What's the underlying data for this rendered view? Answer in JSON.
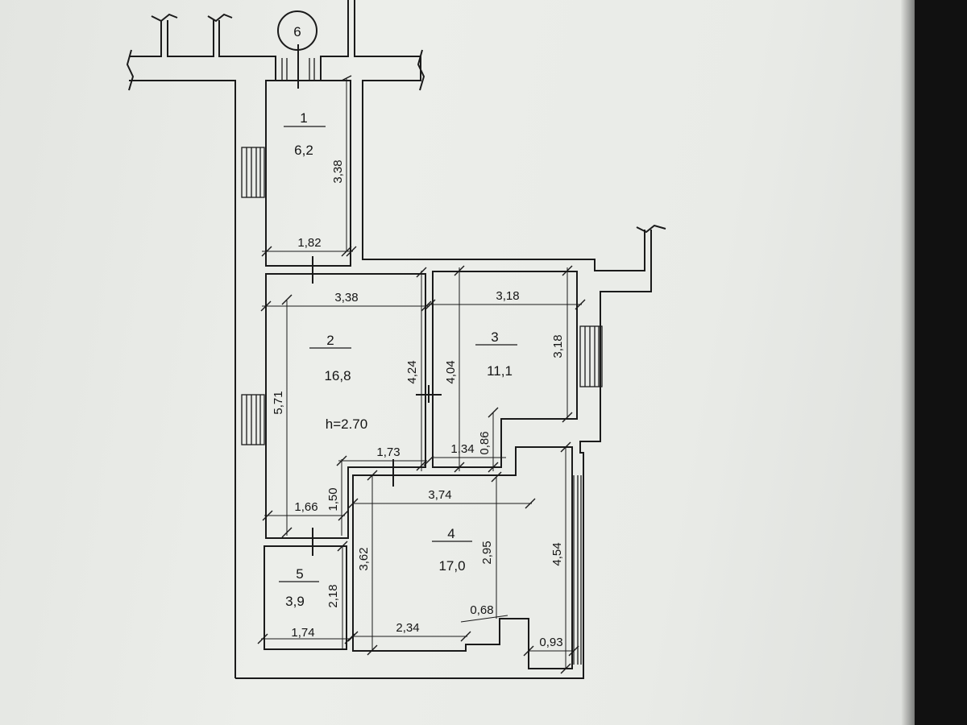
{
  "plan": {
    "level_marker": "6",
    "ceiling_height": "h=2.70",
    "rooms": [
      {
        "number": "1",
        "area": "6,2"
      },
      {
        "number": "2",
        "area": "16,8"
      },
      {
        "number": "3",
        "area": "11,1"
      },
      {
        "number": "4",
        "area": "17,0"
      },
      {
        "number": "5",
        "area": "3,9"
      }
    ],
    "dimensions": {
      "r1_height": "3,38",
      "r1_width": "1,82",
      "r2_top_width": "3,38",
      "r2_left_height": "5,71",
      "r2_right_height": "4,24",
      "r2_lower_width": "1,73",
      "r2_nook_width": "1,66",
      "r2_nook_height": "1,50",
      "r3_top_width": "3,18",
      "r3_right_height": "3,18",
      "r3_left_height": "4,04",
      "r3_bottom_width": "1,34",
      "r3_step_height": "0,86",
      "r4_top_width": "3,74",
      "r4_left_height": "3,62",
      "r4_inner_height": "2,95",
      "r4_right_height": "4,54",
      "r4_bottom_width": "2,34",
      "r4_step_width": "0,68",
      "r4_corner_width": "0,93",
      "r5_height": "2,18",
      "r5_width": "1,74"
    }
  }
}
